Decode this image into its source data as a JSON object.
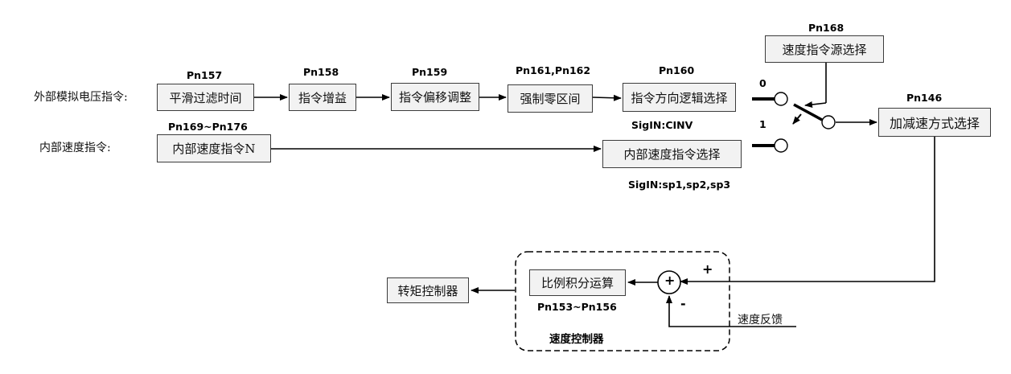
{
  "inputs": {
    "external": "外部模拟电压指令:",
    "internal": "内部速度指令:"
  },
  "blocks": {
    "smooth": "平滑过滤时间",
    "gain": "指令增益",
    "offset": "指令偏移调整",
    "zero": "强制零区间",
    "dir": "指令方向逻辑选择",
    "source": "速度指令源选择",
    "internal_n": "内部速度指令N",
    "internal_sel": "内部速度指令选择",
    "accel": "加减速方式选择",
    "pi": "比例积分运算",
    "torque": "转矩控制器"
  },
  "params": {
    "pn157": "Pn157",
    "pn158": "Pn158",
    "pn159": "Pn159",
    "pn161_162": "Pn161,Pn162",
    "pn160": "Pn160",
    "pn168": "Pn168",
    "pn146": "Pn146",
    "pn169_176": "Pn169~Pn176",
    "pn153_156": "Pn153~Pn156",
    "sig_cinv": "SigIN:CINV",
    "sig_sp": "SigIN:sp1,sp2,sp3"
  },
  "switch": {
    "pos0": "0",
    "pos1": "1"
  },
  "summing": {
    "symbol": "+",
    "plus": "+",
    "minus": "-"
  },
  "feedback": "速度反馈",
  "controller_label": "速度控制器"
}
